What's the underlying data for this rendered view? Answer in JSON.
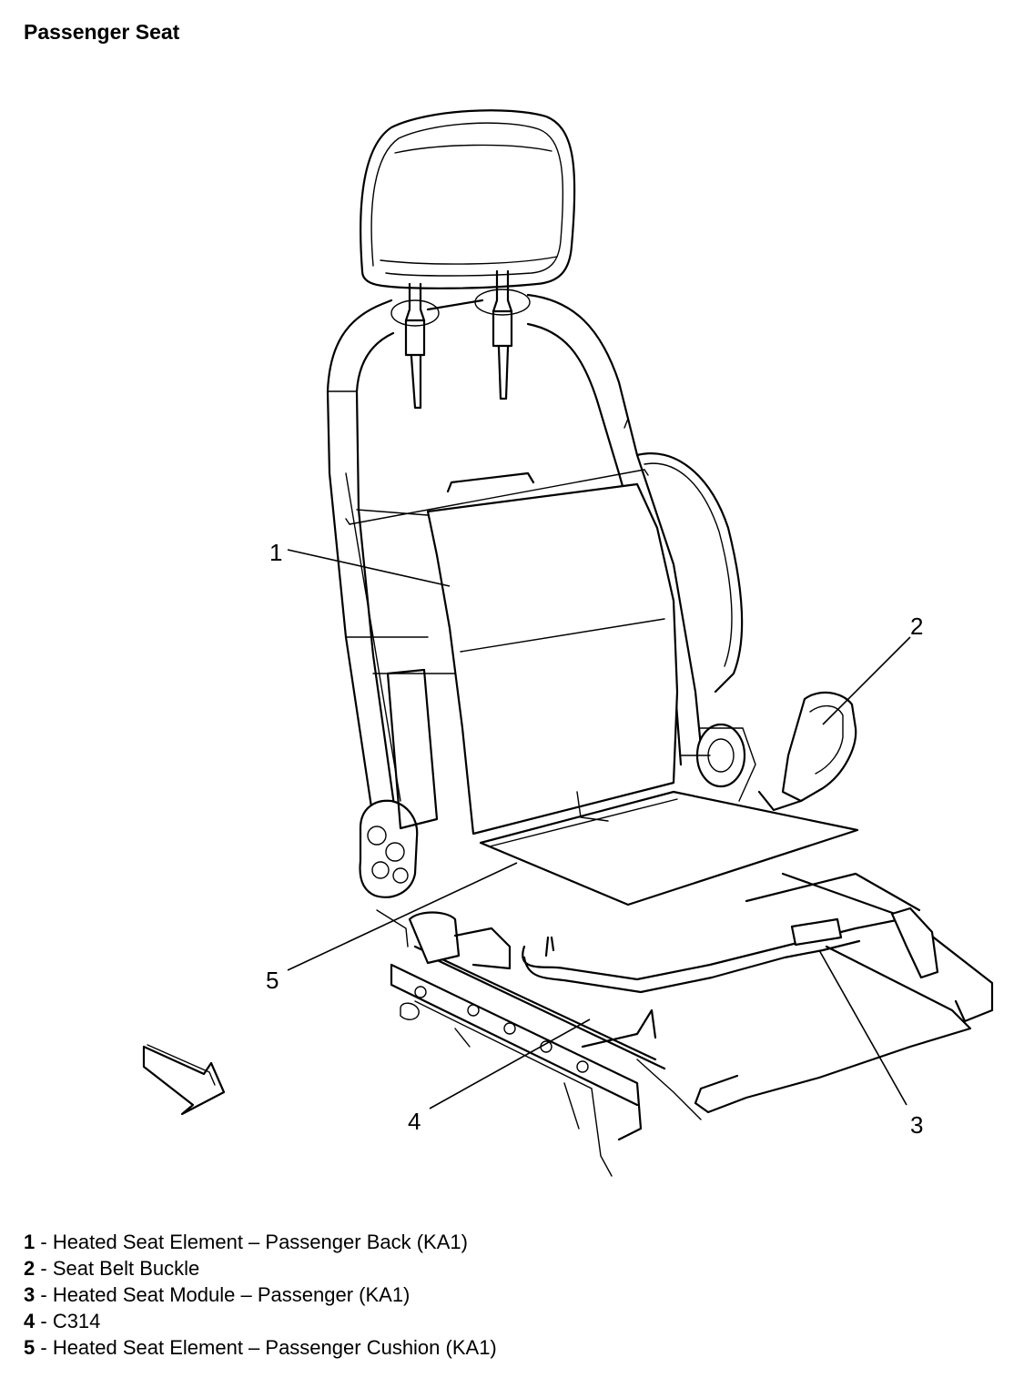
{
  "title": "Passenger Seat",
  "callouts": [
    {
      "num": "1"
    },
    {
      "num": "2"
    },
    {
      "num": "3"
    },
    {
      "num": "4"
    },
    {
      "num": "5"
    }
  ],
  "legend": [
    {
      "num": "1",
      "sep": " - ",
      "text": "Heated Seat Element – Passenger Back (KA1)"
    },
    {
      "num": "2",
      "sep": " - ",
      "text": "Seat Belt Buckle"
    },
    {
      "num": "3",
      "sep": " - ",
      "text": "Heated Seat Module – Passenger (KA1)"
    },
    {
      "num": "4",
      "sep": " - ",
      "text": "C314"
    },
    {
      "num": "5",
      "sep": " - ",
      "text": "Heated Seat Element – Passenger Cushion (KA1)"
    }
  ]
}
